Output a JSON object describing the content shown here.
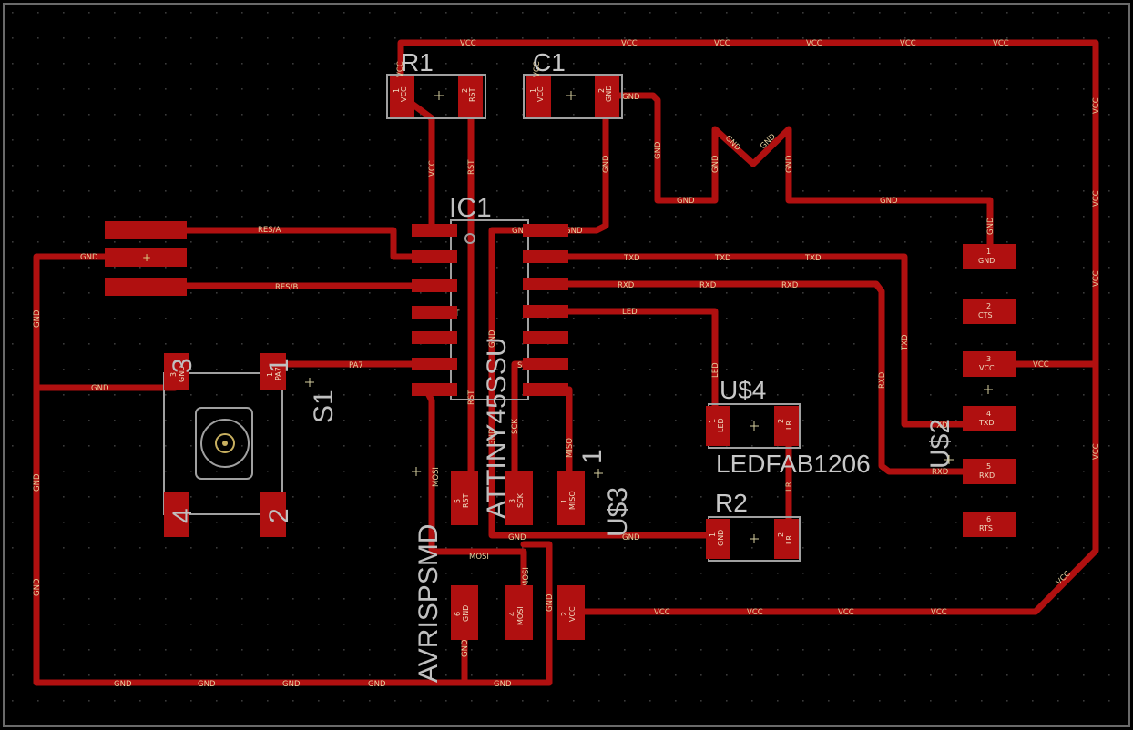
{
  "colors": {
    "background": "#000000",
    "copper": "#b01010",
    "silk": "#a0a0a0",
    "label": "#e6d2a0",
    "grid": "#2a2a2a"
  },
  "components": {
    "R1": "R1",
    "C1": "C1",
    "IC1": "IC1",
    "ic_value": "ATTINY45SSU",
    "S1": "S1",
    "U2": "U$2",
    "U3": "U$3",
    "U4": "U$4",
    "led_value": "LEDFAB1206",
    "R2": "R2",
    "avr": "AVRISPSMD",
    "switch_pins": [
      "3",
      "1",
      "4",
      "2"
    ],
    "u3_pin": "1"
  },
  "nets": {
    "vcc": "VCC",
    "gnd": "GND",
    "rst": "RST",
    "txd": "TXD",
    "rxd": "RXD",
    "led": "LED",
    "sck": "SCK",
    "miso": "MISO",
    "mosi": "MOSI",
    "pa7": "PA7",
    "res_a": "RES/A",
    "res_b": "RES/B",
    "lr": "LR"
  },
  "ftdi_pins": [
    {
      "num": "1",
      "name": "GND"
    },
    {
      "num": "2",
      "name": "CTS"
    },
    {
      "num": "3",
      "name": "VCC"
    },
    {
      "num": "4",
      "name": "TXD"
    },
    {
      "num": "5",
      "name": "RXD"
    },
    {
      "num": "6",
      "name": "RTS"
    }
  ],
  "isp_pins": [
    {
      "num": "5",
      "name": "RST"
    },
    {
      "num": "3",
      "name": "SCK"
    },
    {
      "num": "1",
      "name": "MISO"
    },
    {
      "num": "6",
      "name": "GND"
    },
    {
      "num": "4",
      "name": "MOSI"
    },
    {
      "num": "2",
      "name": "VCC"
    }
  ],
  "r1_pins": [
    {
      "num": "1",
      "name": "VCC"
    },
    {
      "num": "2",
      "name": "RST"
    }
  ],
  "c1_pins": [
    {
      "num": "1",
      "name": "VCC"
    },
    {
      "num": "2",
      "name": "GND"
    }
  ],
  "led_pins": [
    {
      "num": "1",
      "name": "LED"
    },
    {
      "num": "2",
      "name": "LR"
    }
  ],
  "r2_pins": [
    {
      "num": "1",
      "name": "GND"
    },
    {
      "num": "2",
      "name": "LR"
    }
  ],
  "switch_pad_labels": [
    {
      "num": "3",
      "name": "GND"
    },
    {
      "num": "1",
      "name": "PA7"
    }
  ]
}
